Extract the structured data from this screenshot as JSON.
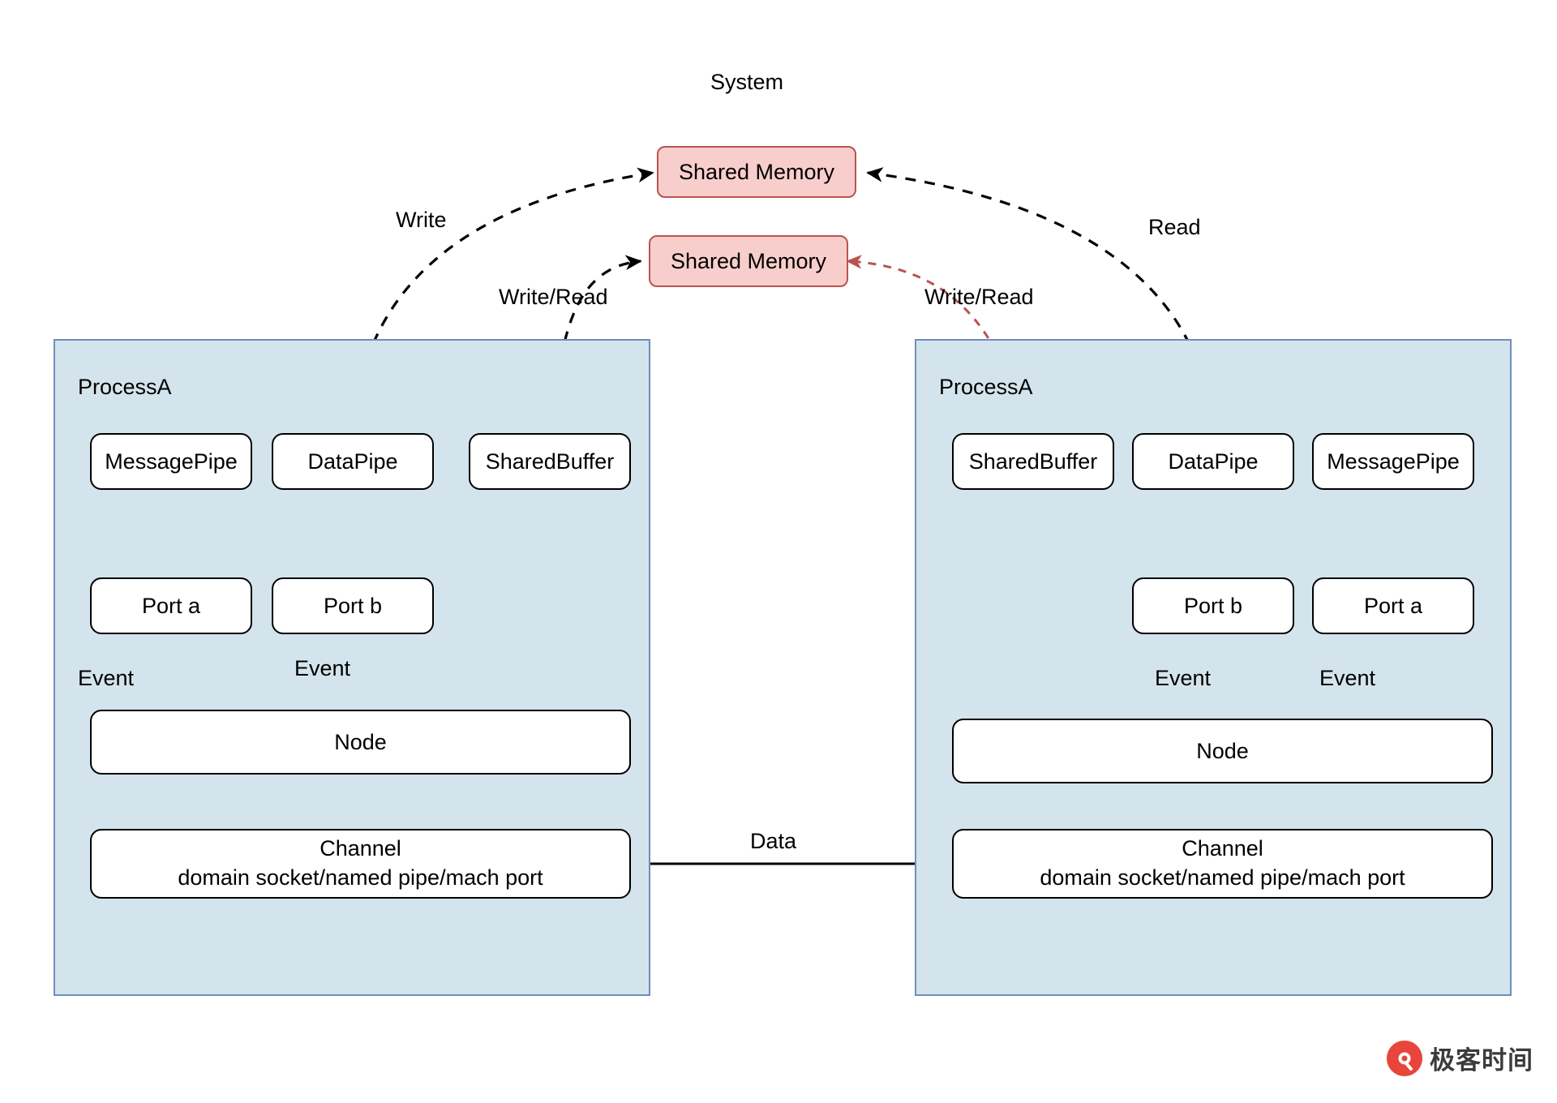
{
  "diagram": {
    "system_label": "System",
    "data_label": "Data",
    "shared_memory": [
      {
        "label": "Shared Memory"
      },
      {
        "label": "Shared Memory"
      }
    ],
    "edge_labels": {
      "write": "Write",
      "read": "Read",
      "write_read_left": "Write/Read",
      "write_read_right": "Write/Read",
      "event": "Event"
    },
    "processes": [
      {
        "title": "ProcessA",
        "pipes": [
          {
            "label": "MessagePipe"
          },
          {
            "label": "DataPipe"
          },
          {
            "label": "SharedBuffer"
          }
        ],
        "ports": [
          {
            "label": "Port a"
          },
          {
            "label": "Port b"
          }
        ],
        "event_labels": [
          "Event",
          "Event"
        ],
        "node": {
          "label": "Node"
        },
        "channel": {
          "line1": "Channel",
          "line2": "domain socket/named pipe/mach port"
        }
      },
      {
        "title": "ProcessA",
        "pipes": [
          {
            "label": "SharedBuffer"
          },
          {
            "label": "DataPipe"
          },
          {
            "label": "MessagePipe"
          }
        ],
        "ports": [
          {
            "label": "Port b"
          },
          {
            "label": "Port a"
          }
        ],
        "event_labels": [
          "Event",
          "Event"
        ],
        "node": {
          "label": "Node"
        },
        "channel": {
          "line1": "Channel",
          "line2": "domain socket/named pipe/mach port"
        }
      }
    ],
    "colors": {
      "process_fill": "#d4e4ec",
      "process_border": "#6c8ebf",
      "shared_memory_fill": "#f8cecc",
      "shared_memory_border": "#b85450",
      "node_fill": "#ffffff",
      "node_border": "#000000",
      "arrow_black": "#000000",
      "arrow_red": "#b85450",
      "watermark_red": "#e8453c"
    }
  },
  "watermark": {
    "text": "极客时间"
  }
}
